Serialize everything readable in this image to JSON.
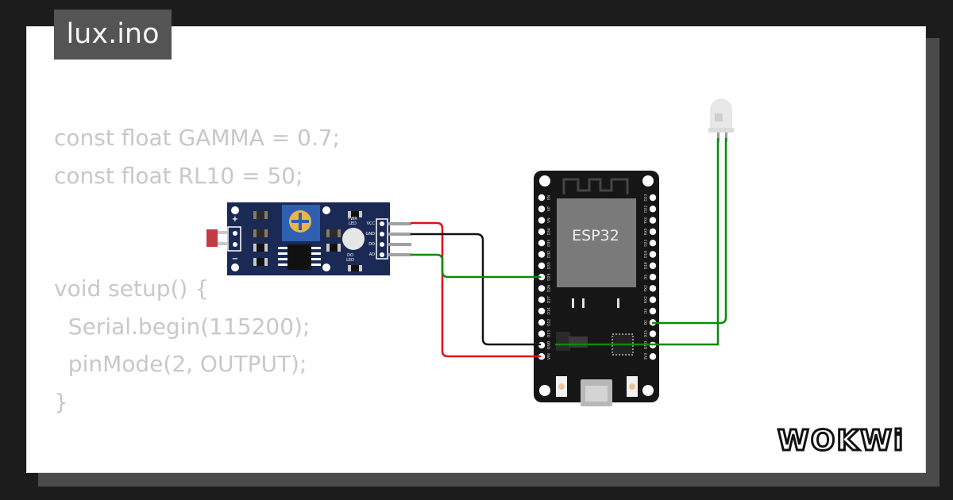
{
  "project": {
    "file_name": "lux.ino"
  },
  "code": {
    "lines": [
      "const float GAMMA = 0.7;",
      "const float RL10 = 50;",
      "",
      "",
      "void setup() {",
      "  Serial.begin(115200);",
      "  pinMode(2, OUTPUT);",
      "}"
    ]
  },
  "sensor_module": {
    "plus_label": "+",
    "minus_label": "−",
    "pwr_led_label": "PWR\nLED",
    "do_led_label": "DO\nLED",
    "pins": [
      "VCC",
      "GND",
      "DO",
      "AO"
    ]
  },
  "board": {
    "chip_label": "ESP32",
    "left_pins": [
      "EN",
      "VP",
      "VN",
      "D34",
      "D35",
      "D32",
      "D33",
      "D25",
      "D26",
      "D27",
      "D14",
      "D12",
      "D13",
      "GND",
      "VIN"
    ],
    "right_pins": [
      "D23",
      "D22",
      "TX0",
      "RX0",
      "D21",
      "D19",
      "D18",
      "D5",
      "TX2",
      "RX2",
      "D4",
      "D2",
      "D15",
      "GND",
      "3V3"
    ]
  },
  "wires": {
    "vcc_color": "#e01010",
    "gnd_color": "#111111",
    "signal_color": "#0a8a0a"
  },
  "brand": {
    "logo_text": "WOKWi"
  },
  "colors": {
    "page_bg": "#1c1c1c",
    "card_bg": "#ffffff",
    "code_text": "#c8c8c8",
    "module_bg": "#1a2a55",
    "board_bg": "#161616"
  }
}
